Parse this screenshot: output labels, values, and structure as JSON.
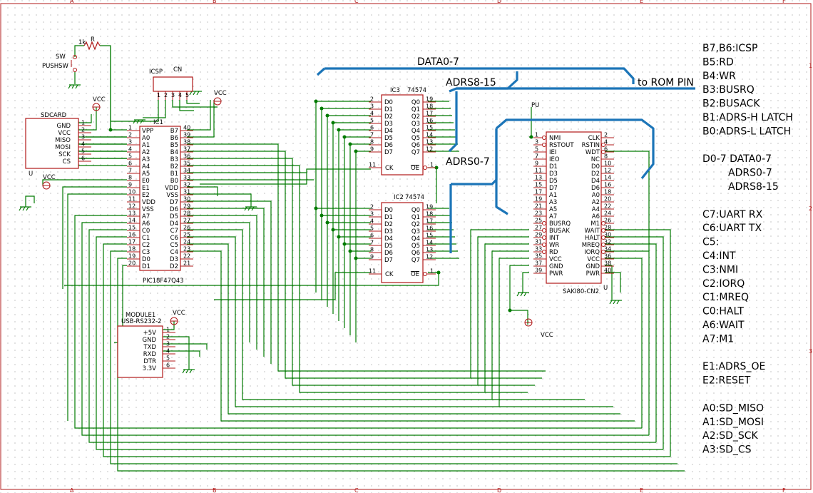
{
  "ruler": {
    "cols": [
      "A",
      "B",
      "C",
      "D",
      "E",
      "F"
    ],
    "rows": [
      "1",
      "2",
      "3"
    ]
  },
  "buses": {
    "data": "DATA0-7",
    "adrs_hi": "ADRS8-15",
    "adrs_lo": "ADRS0-7",
    "rom": "to ROM PIN"
  },
  "parts": {
    "ic1": {
      "ref": "IC1",
      "name": "PIC18F47Q43",
      "left": [
        "VPP",
        "A0",
        "A1",
        "A2",
        "A3",
        "A4",
        "A5",
        "E0",
        "E1",
        "E2",
        "VDD",
        "VSS",
        "A7",
        "A6",
        "C0",
        "C1",
        "C2",
        "C3",
        "D0",
        "D1"
      ],
      "right": [
        "B7",
        "B6",
        "B5",
        "B4",
        "B3",
        "B2",
        "B1",
        "B0",
        "VDD",
        "VSS",
        "D7",
        "D6",
        "D5",
        "D4",
        "C7",
        "C6",
        "C5",
        "C4",
        "D3",
        "D2"
      ],
      "left_nums": [
        "1",
        "2",
        "3",
        "4",
        "5",
        "6",
        "7",
        "8",
        "9",
        "10",
        "11",
        "12",
        "13",
        "14",
        "15",
        "16",
        "17",
        "18",
        "19",
        "20"
      ],
      "right_nums": [
        "40",
        "39",
        "38",
        "37",
        "36",
        "35",
        "34",
        "33",
        "32",
        "31",
        "30",
        "29",
        "28",
        "27",
        "26",
        "25",
        "24",
        "23",
        "22",
        "21"
      ]
    },
    "ic3": {
      "ref": "IC3",
      "name": "74574",
      "left": [
        "D0",
        "D1",
        "D2",
        "D3",
        "D4",
        "D5",
        "D6",
        "D7"
      ],
      "right": [
        "Q0",
        "Q1",
        "Q2",
        "Q3",
        "Q4",
        "Q5",
        "Q6",
        "Q7"
      ],
      "left_nums": [
        "2",
        "3",
        "4",
        "5",
        "6",
        "7",
        "8",
        "9"
      ],
      "right_nums": [
        "19",
        "18",
        "17",
        "16",
        "15",
        "14",
        "13",
        "12"
      ],
      "ck": "CK",
      "ck_num": "11",
      "oe": "OE",
      "oe_num": "1"
    },
    "ic2": {
      "ref": "IC2",
      "name": "74574",
      "left": [
        "D0",
        "D1",
        "D2",
        "D3",
        "D4",
        "D5",
        "D6",
        "D7"
      ],
      "right": [
        "Q0",
        "Q1",
        "Q2",
        "Q3",
        "Q4",
        "Q5",
        "Q6",
        "Q7"
      ],
      "left_nums": [
        "2",
        "3",
        "4",
        "5",
        "6",
        "7",
        "8",
        "9"
      ],
      "right_nums": [
        "19",
        "18",
        "17",
        "16",
        "15",
        "14",
        "13",
        "12"
      ],
      "ck": "CK",
      "ck_num": "11",
      "oe": "OE",
      "oe_num": "1"
    },
    "cn2": {
      "ref": "U",
      "name": "SAKI80-CN2",
      "left": [
        "NMI",
        "RSTOUT",
        "IEI",
        "IEO",
        "D1",
        "D3",
        "D5",
        "D7",
        "A1",
        "A3",
        "A5",
        "A7",
        "BUSRQ",
        "BUSAK",
        "INT",
        "WR",
        "RD",
        "VCC",
        "GND",
        "PWR"
      ],
      "right": [
        "CLK",
        "RSTIN",
        "WDT",
        "NC",
        "D0",
        "D2",
        "D4",
        "D6",
        "A0",
        "A2",
        "A4",
        "A6",
        "M1",
        "WAIT",
        "HALT",
        "MREQ",
        "IORQ",
        "VCC",
        "GND",
        "PWR"
      ],
      "left_nums": [
        "1",
        "3",
        "5",
        "7",
        "9",
        "11",
        "13",
        "15",
        "17",
        "19",
        "21",
        "23",
        "25",
        "27",
        "29",
        "31",
        "33",
        "35",
        "37",
        "39"
      ],
      "right_nums": [
        "2",
        "4",
        "6",
        "8",
        "10",
        "12",
        "14",
        "16",
        "18",
        "20",
        "22",
        "24",
        "26",
        "28",
        "30",
        "32",
        "34",
        "36",
        "38",
        "40"
      ]
    },
    "sdcard": {
      "ref": "SDCARD",
      "pins": [
        "GND",
        "VCC",
        "MISO",
        "MOSI",
        "SCK",
        "CS"
      ],
      "nums": [
        "1",
        "2",
        "3",
        "4",
        "5",
        "6"
      ],
      "u": "U"
    },
    "icsp": {
      "ref": "ICSP",
      "cn": "CN",
      "nums": [
        "1",
        "2",
        "3",
        "4",
        "5"
      ]
    },
    "module": {
      "ref": "MODULE1",
      "name": "USB-RS232-2",
      "pins": [
        "+5V",
        "GND",
        "TXD",
        "RXD",
        "DTR",
        "3.3V"
      ],
      "nums": [
        "1",
        "2",
        "3",
        "4",
        "5",
        "6"
      ]
    },
    "sw": {
      "sw": "SW",
      "push": "PUSHSW",
      "r_val": "1k",
      "r": "R"
    },
    "vcc": "VCC",
    "pu": "PU"
  },
  "notes": [
    "B7,B6:ICSP",
    "B5:RD",
    "B4:WR",
    "B3:BUSRQ",
    "B2:BUSACK",
    "B1:ADRS-H LATCH",
    "B0:ADRS-L LATCH",
    "",
    "D0-7 DATA0-7",
    "ADRS0-7",
    "ADRS8-15",
    "",
    "C7:UART RX",
    "C6:UART TX",
    "C5:",
    "C4:INT",
    "C3:NMI",
    "C2:IORQ",
    "C1:MREQ",
    "C0:HALT",
    "A6:WAIT",
    "A7:M1",
    "",
    "E1:ADRS_OE",
    "E2:RESET",
    "",
    "A0:SD_MISO",
    "A1:SD_MOSI",
    "A2:SD_SCK",
    "A3:SD_CS"
  ]
}
